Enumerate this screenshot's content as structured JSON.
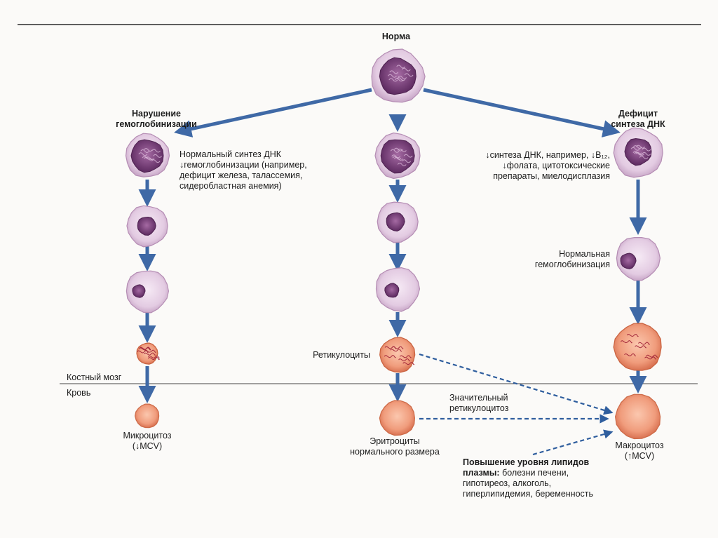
{
  "title": "Норма",
  "branches": {
    "left": {
      "heading": "Нарушение\nгемоглобинизации",
      "description": "Нормальный синтез ДНК\n↓гемоглобинизации (например,\nдефицит железа, талассемия,\nсидеробластная анемия)",
      "result": "Микроцитоз\n(↓MCV)"
    },
    "middle": {
      "reticulocytes": "Ретикулоциты",
      "result": "Эритроциты\nнормального размера",
      "significant_reticulocytosis": "Значительный\nретикулоцитоз"
    },
    "right": {
      "heading": "Дефицит\nсинтеза ДНК",
      "description": "↓синтеза ДНК, например, ↓B₁₂,\n↓фолата, цитотоксические\nпрепараты, миелодисплазия",
      "normal_hemoglobinization": "Нормальная\nгемоглобинизация",
      "result": "Макроцитоз\n(↑MCV)"
    }
  },
  "compartments": {
    "marrow": "Костный мозг",
    "blood": "Кровь"
  },
  "lipids": {
    "title": "Повышение уровня липидов\nплазмы:",
    "causes": " болезни печени,\nгипотиреоз, алкоголь,\nгиперлипидемия, беременность"
  },
  "colors": {
    "arrow": "#3f69a6",
    "arrow_dashed": "#2f5e9e",
    "cell_membrane": "#ddc6dc",
    "nucleus": "#7b3a78",
    "rbc": "#ef9a7c",
    "rbc_edge": "#d86f4c"
  }
}
